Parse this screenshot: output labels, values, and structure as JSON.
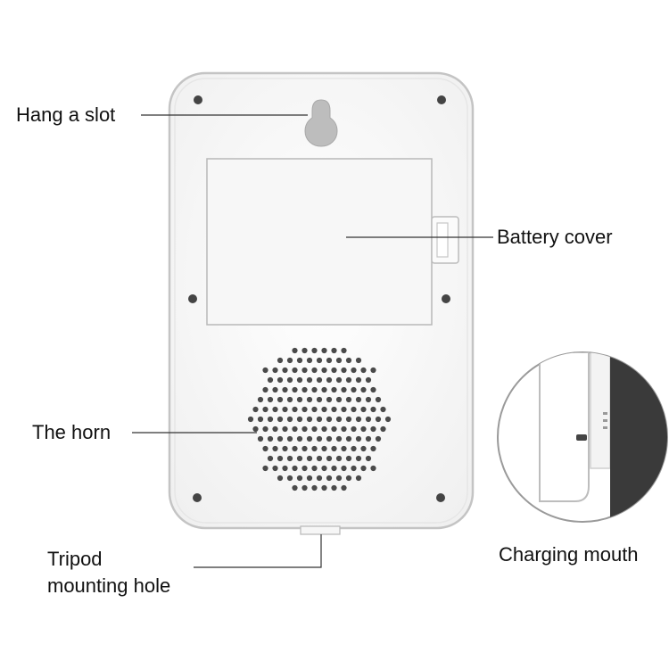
{
  "labels": {
    "hang_slot": "Hang a slot",
    "battery_cover": "Battery cover",
    "horn": "The horn",
    "tripod_line1": "Tripod",
    "tripod_line2": "mounting hole",
    "charging_mouth": "Charging mouth"
  },
  "colors": {
    "body": "#ffffff",
    "outline": "#c9c9c9",
    "screw": "#444444",
    "grille_hole": "#4a4a4a",
    "leader_line": "#333333",
    "slot": "#bdbdbd"
  }
}
